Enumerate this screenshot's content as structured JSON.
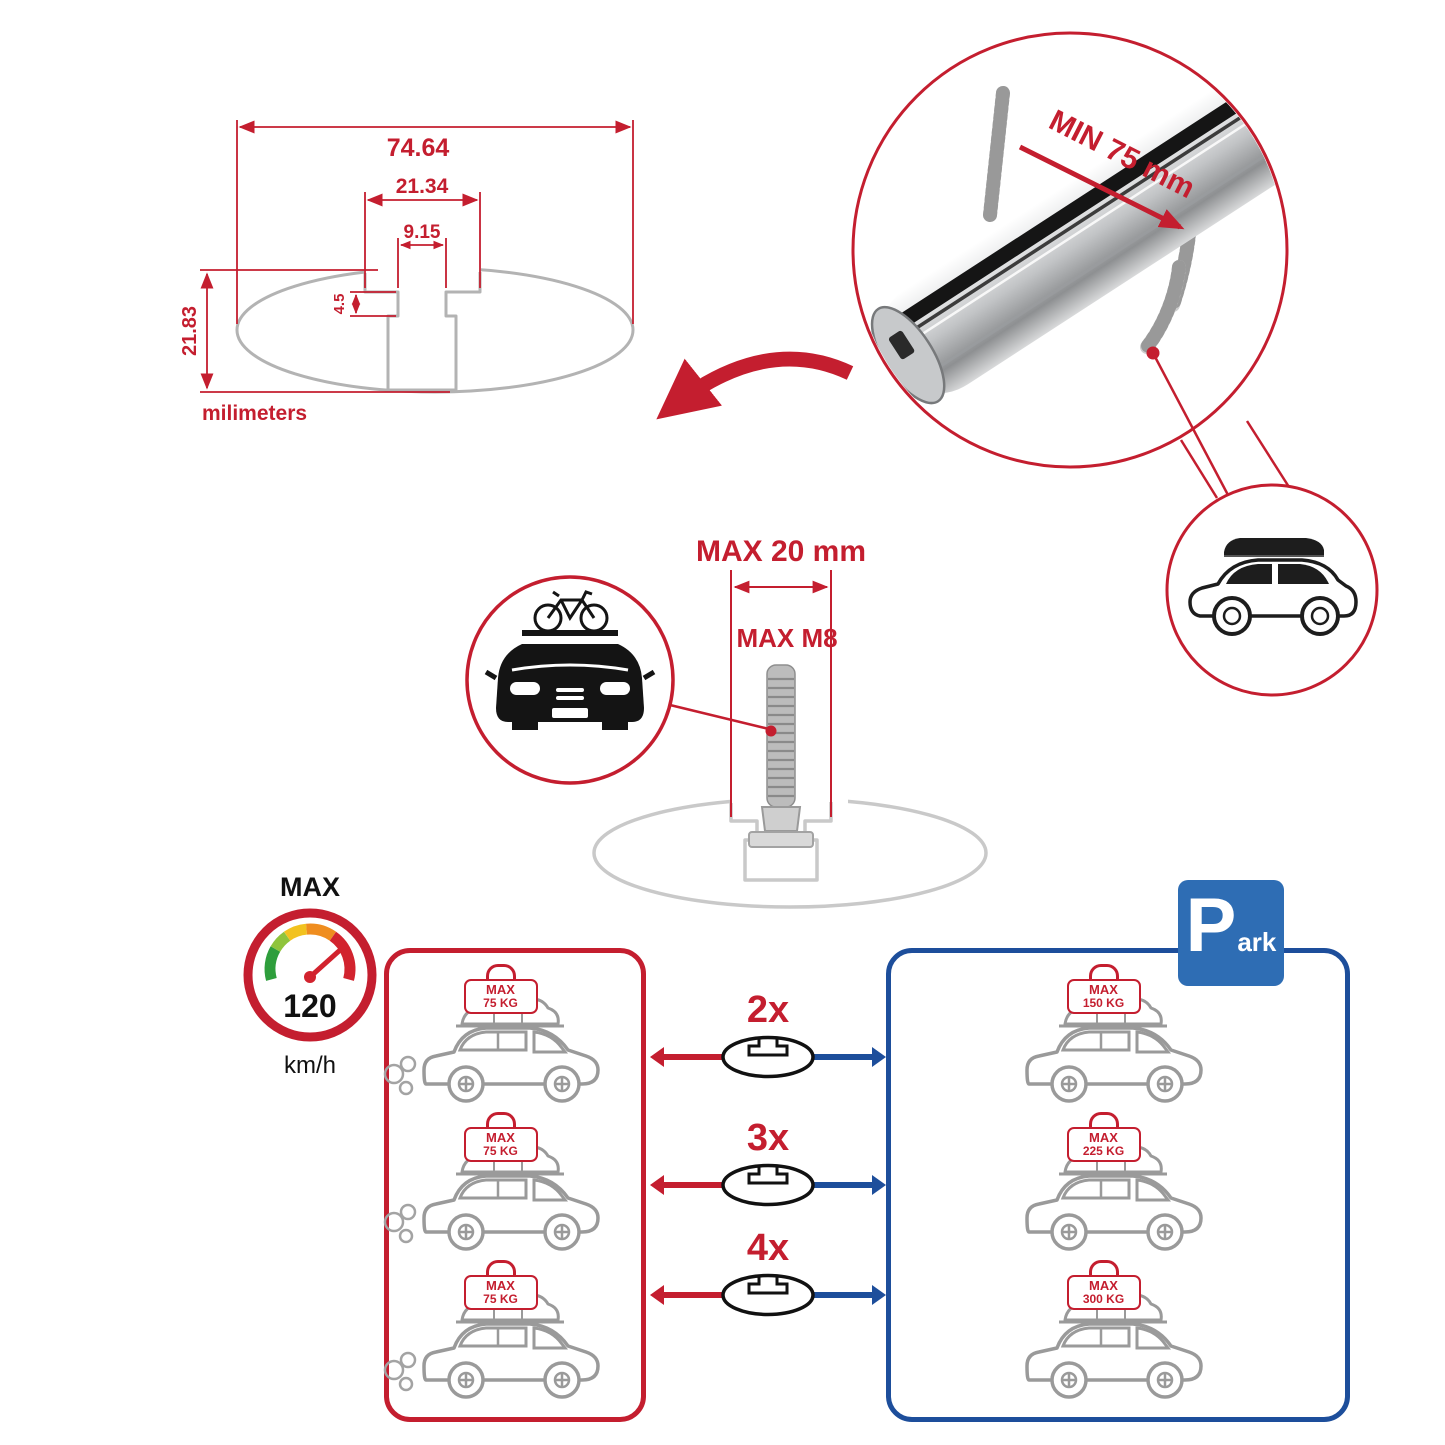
{
  "colors": {
    "accent_red": "#c41e2f",
    "accent_blue": "#1d4e9b",
    "parking_blue": "#2e6db4",
    "line_gray": "#9a9a9a"
  },
  "cross_section": {
    "total_width": "74.64",
    "channel_width": "21.34",
    "slot_width": "9.15",
    "lip_depth": "4.5",
    "total_height": "21.83",
    "units": "milimeters"
  },
  "bar_detail": {
    "min_clearance": "MIN 75 mm"
  },
  "mount": {
    "width_limit": "MAX 20 mm",
    "thread_limit": "MAX M8"
  },
  "speed_limit": {
    "title": "MAX",
    "value": "120",
    "unit": "km/h"
  },
  "parking": {
    "letter": "P",
    "suffix": "ark"
  },
  "capacity": {
    "left": [
      {
        "title": "MAX",
        "value": "75 KG"
      },
      {
        "title": "MAX",
        "value": "75 KG"
      },
      {
        "title": "MAX",
        "value": "75 KG"
      }
    ],
    "right": [
      {
        "title": "MAX",
        "value": "150 KG"
      },
      {
        "title": "MAX",
        "value": "225 KG"
      },
      {
        "title": "MAX",
        "value": "300 KG"
      }
    ]
  },
  "multipliers": [
    "2x",
    "3x",
    "4x"
  ]
}
